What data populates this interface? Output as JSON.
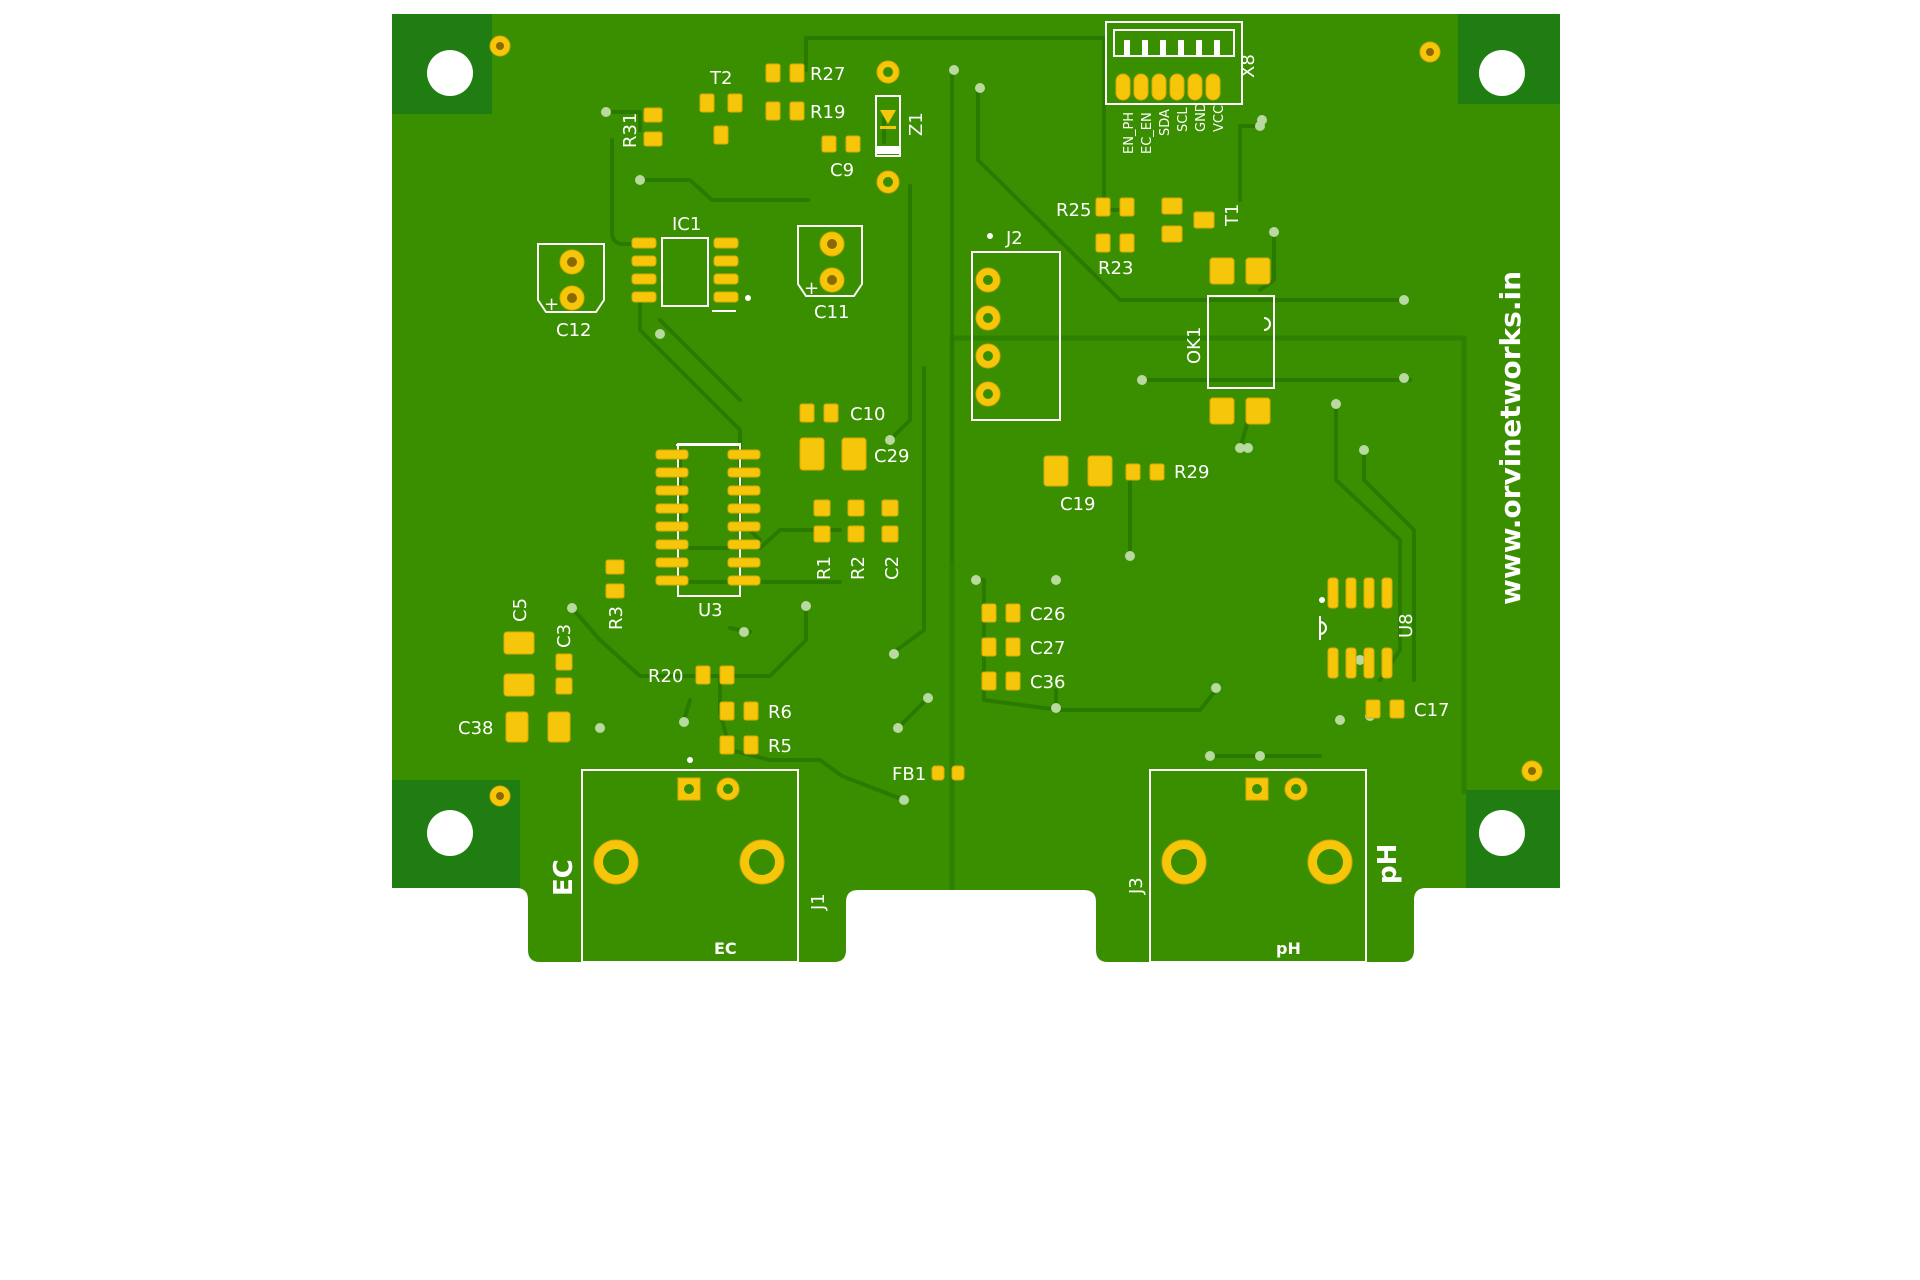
{
  "board": {
    "colors": {
      "board": "#3a8f00",
      "copper_pour": "#1f7d12",
      "pad": "#f5c60a",
      "silk": "#ffffff",
      "background": "#ffffff"
    },
    "website": "www.orvinetworks.in",
    "connector_x8_pins": [
      "EN_PH",
      "EC_EN",
      "SDA",
      "SCL",
      "GND",
      "VCC"
    ],
    "big_labels": {
      "ec_side": "EC",
      "ph_side": "pH",
      "ec_bottom": "EC",
      "ph_bottom": "pH"
    },
    "designators": {
      "R31": "R31",
      "T2": "T2",
      "R27": "R27",
      "R19": "R19",
      "Z1": "Z1",
      "C9": "C9",
      "X8": "X8",
      "IC1": "IC1",
      "C12": "C12",
      "C11": "C11",
      "J2": "J2",
      "R25": "R25",
      "T1": "T1",
      "R23": "R23",
      "OK1": "OK1",
      "C10": "C10",
      "C29": "C29",
      "R29": "R29",
      "C19": "C19",
      "R1": "R1",
      "R2": "R2",
      "C2": "C2",
      "U3": "U3",
      "R3": "R3",
      "C5": "C5",
      "C3": "C3",
      "R20": "R20",
      "C38": "C38",
      "R6": "R6",
      "R5": "R5",
      "C26": "C26",
      "C27": "C27",
      "C36": "C36",
      "U8": "U8",
      "C17": "C17",
      "FB1": "FB1",
      "J1": "J1",
      "J3": "J3"
    }
  }
}
